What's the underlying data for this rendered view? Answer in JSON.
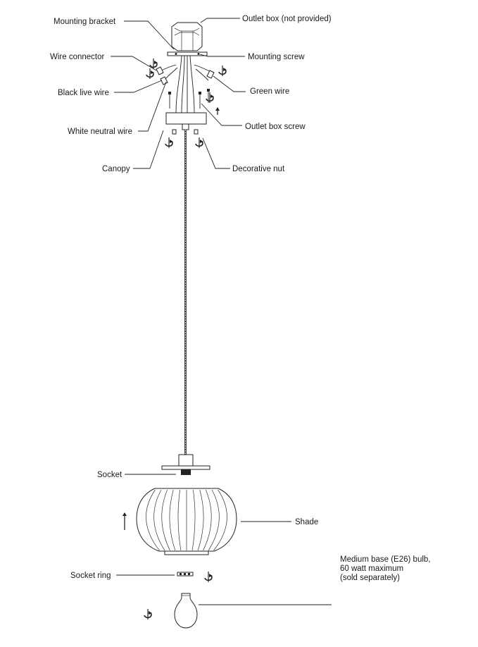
{
  "labels": {
    "mounting_bracket": "Mounting bracket",
    "outlet_box": "Outlet box (not provided)",
    "wire_connector": "Wire connector",
    "mounting_screw": "Mounting screw",
    "black_live_wire": "Black live wire",
    "green_wire": "Green wire",
    "outlet_box_screw": "Outlet box screw",
    "white_neutral_wire": "White neutral wire",
    "canopy": "Canopy",
    "decorative_nut": "Decorative nut",
    "socket": "Socket",
    "shade": "Shade",
    "socket_ring": "Socket ring",
    "bulb_line1": "Medium base (E26) bulb,",
    "bulb_line2": "60 watt maximum",
    "bulb_line3": "(sold separately)"
  },
  "icons": [
    "rotate-arrow-icon",
    "up-arrow-icon"
  ]
}
